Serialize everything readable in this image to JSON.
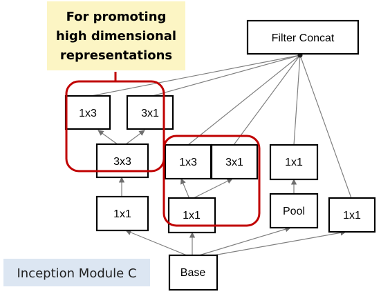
{
  "nodes": {
    "filter_concat": "Filter Concat",
    "left_1x3": "1x3",
    "left_3x1": "3x1",
    "left_3x3": "3x3",
    "left_1x1": "1x1",
    "mid_1x3": "1x3",
    "mid_3x1": "3x1",
    "mid_1x1": "1x1",
    "right_1x1_top": "1x1",
    "pool": "Pool",
    "far_1x1": "1x1",
    "base": "Base"
  },
  "callout": {
    "lines": [
      "For promoting",
      "high dimensional",
      "representations"
    ]
  },
  "caption": "Inception Module C",
  "colors": {
    "highlight": "#c00000",
    "callout_bg": "#fcf5c4",
    "caption_bg": "#dce6f2",
    "edge": "#7f7f7f"
  }
}
